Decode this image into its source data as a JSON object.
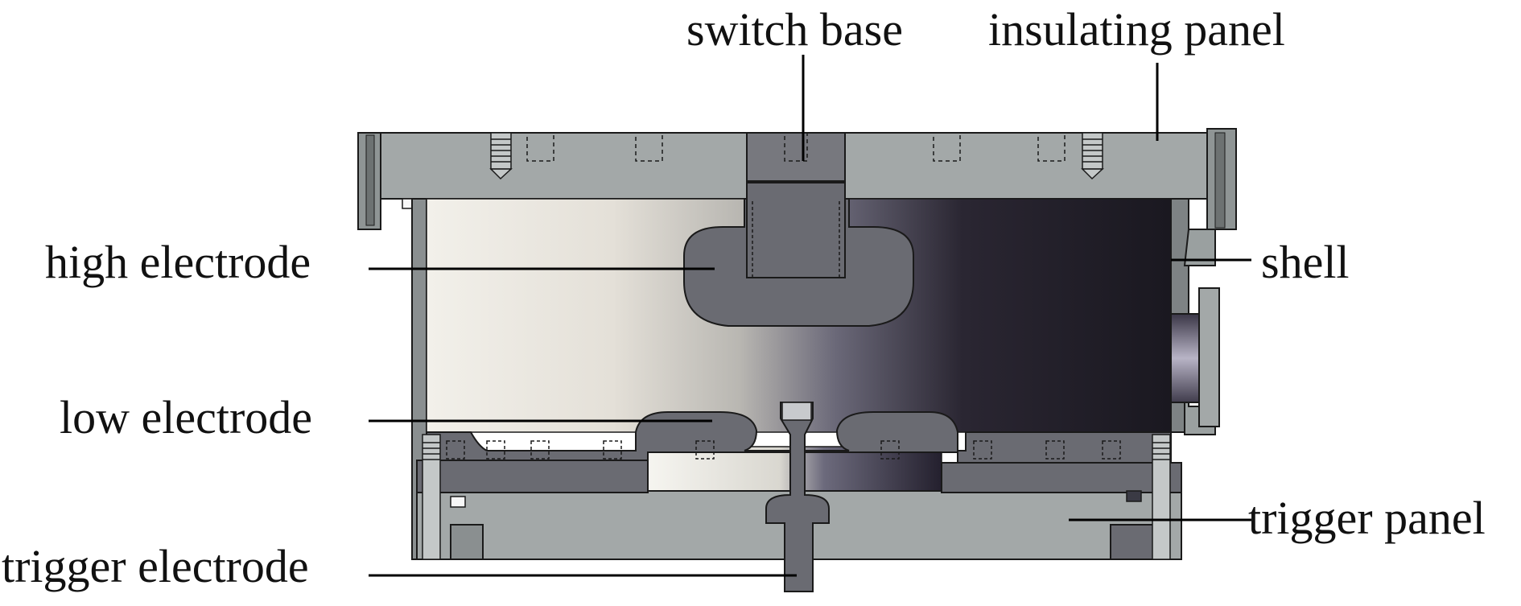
{
  "figure": {
    "labels": {
      "switch_base": "switch base",
      "insulating_panel": "insulating panel",
      "high_electrode": "high electrode",
      "shell": "shell",
      "low_electrode": "low electrode",
      "trigger_panel": "trigger panel",
      "trigger_electrode": "trigger electrode"
    }
  },
  "colors": {
    "panel_gray": "#a3a8a8",
    "electrode_gray": "#6a6b72",
    "outline": "#1a1a1a",
    "chamber_light": "#ece9e3",
    "chamber_dark": "#1d1a24"
  }
}
